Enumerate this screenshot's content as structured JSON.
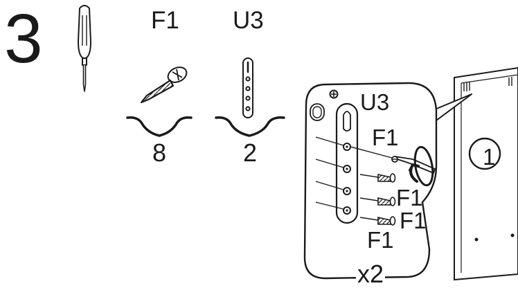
{
  "step": {
    "number": "3"
  },
  "tools": [
    {
      "name": "screwdriver-icon"
    }
  ],
  "parts": [
    {
      "code": "F1",
      "icon": "screw-icon",
      "quantity": "8"
    },
    {
      "code": "U3",
      "icon": "bracket-icon",
      "quantity": "2"
    }
  ],
  "detail": {
    "bracket_label": "U3",
    "screw_labels": [
      "F1",
      "F1",
      "F1",
      "F1"
    ],
    "multiplier": "x2"
  },
  "panel": {
    "marker": "1"
  },
  "colors": {
    "ink": "#1a1a1a",
    "background": "#ffffff"
  }
}
